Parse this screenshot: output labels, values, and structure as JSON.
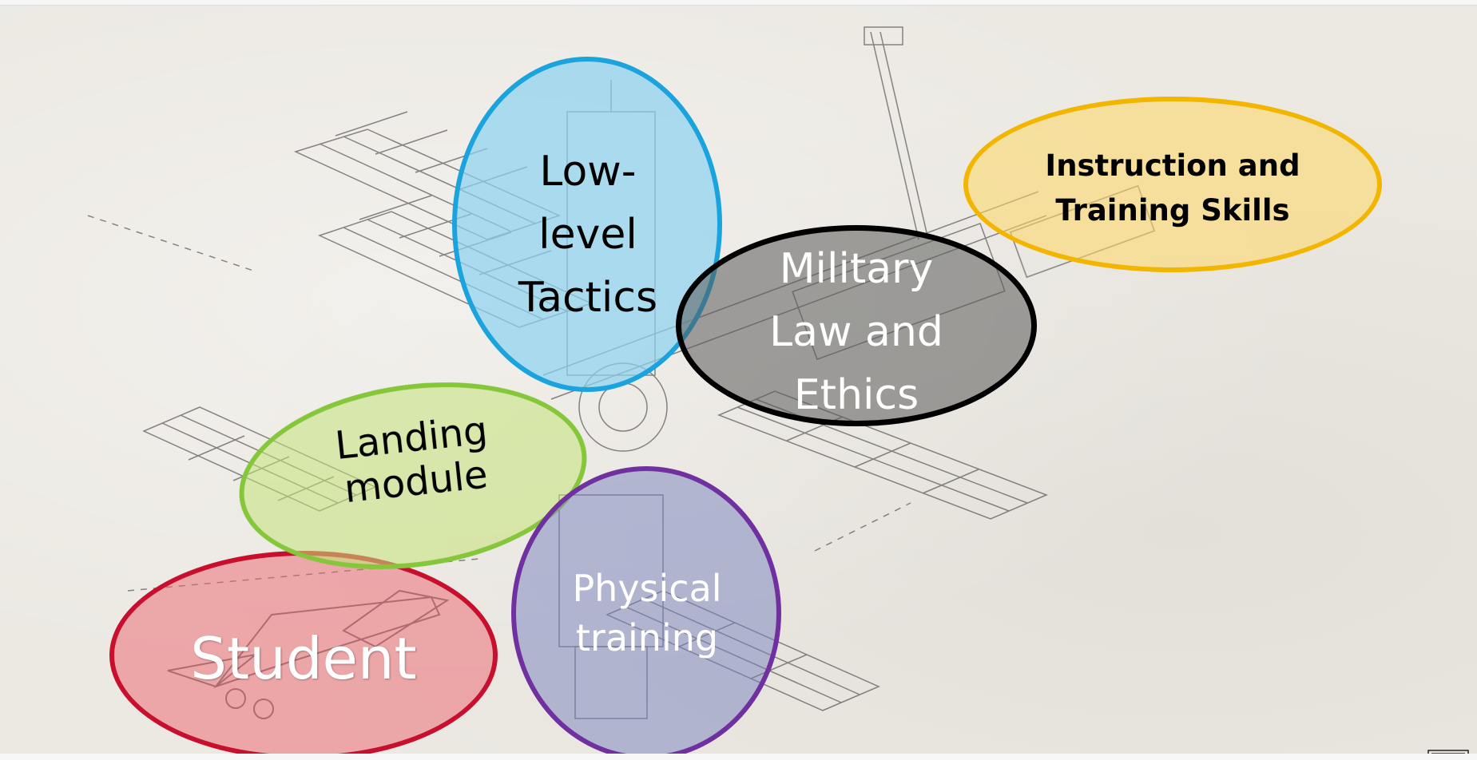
{
  "diagram": {
    "topics": [
      {
        "id": "student",
        "label": "Student",
        "border_color": "#c8102e"
      },
      {
        "id": "landing",
        "label": "Landing\nmodule",
        "border_color": "#86c63a"
      },
      {
        "id": "physical",
        "label": "Physical\ntraining",
        "border_color": "#7030a0"
      },
      {
        "id": "low_level",
        "label": "Low-\nlevel\nTactics",
        "border_color": "#1aa3dc"
      },
      {
        "id": "military",
        "label": "Military\nLaw and\nEthics",
        "border_color": "#000000"
      },
      {
        "id": "instruction",
        "label": "Instruction and\nTraining Skills",
        "border_color": "#f2b500"
      }
    ],
    "background_icons": [
      "space-station-sketch",
      "space-shuttle-sketch"
    ]
  }
}
